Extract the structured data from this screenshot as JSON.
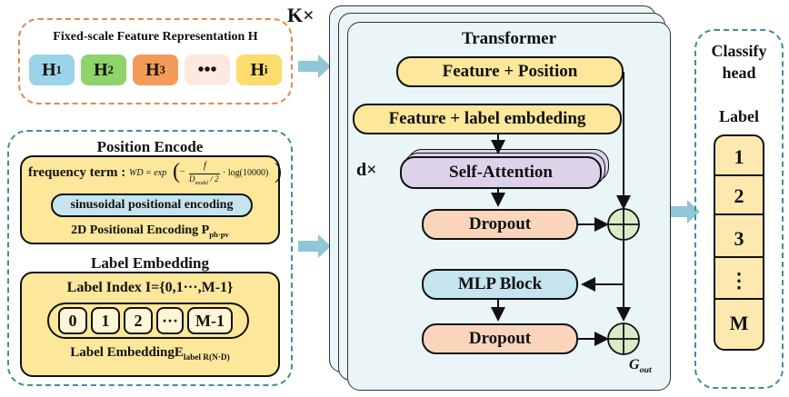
{
  "feature_rep": {
    "title": "Fixed-scale Feature Representation H",
    "tokens": [
      {
        "label": "H",
        "sub": "1",
        "color": "#9bd4e8"
      },
      {
        "label": "H",
        "sub": "2",
        "color": "#8ed36b"
      },
      {
        "label": "H",
        "sub": "3",
        "color": "#f39a5a"
      },
      {
        "label": "•••",
        "sub": "",
        "color": "#fde9de"
      },
      {
        "label": "H",
        "sub": "i",
        "color": "#fbdc6d"
      }
    ]
  },
  "position_encode": {
    "title": "Position Encode",
    "freq_label": "frequency term :",
    "formula": {
      "lhs": "WD = exp",
      "minus": "−",
      "f": "f",
      "d_model": "D",
      "d_model_sub": "model",
      "over2": "/ 2",
      "tail": "· log(10000)"
    },
    "sinusoidal": "sinusoidal positional encoding",
    "pos2d": "2D Positional Encoding P",
    "pos2d_sub": "ph·pv"
  },
  "label_embedding": {
    "title": "Label Embedding",
    "index": "Label Index I={0,1···,M-1}",
    "cells": [
      "0",
      "1",
      "2",
      "···",
      "M-1"
    ],
    "embed": "Label EmbeddingE",
    "embed_sub": "label R(N·D)"
  },
  "transformer": {
    "repeat": "K×",
    "title": "Transformer",
    "feature_position": "Feature + Position",
    "feature_label": "Feature + label embdeding",
    "d_repeat": "d×",
    "self_attention": "Self-Attention",
    "dropout1": "Dropout",
    "mlp": "MLP Block",
    "dropout2": "Dropout",
    "gout": "G",
    "gout_sub": "out"
  },
  "classify": {
    "title_1": "Classify",
    "title_2": "head",
    "label": "Label",
    "cells": [
      "1",
      "2",
      "3",
      "⋮",
      "M"
    ]
  },
  "colors": {
    "orange_border": "#e8884a",
    "teal_border": "#3f8f9c",
    "arrow_teal": "#8fc7d6",
    "transformer_bg": "#eaf5f8",
    "yellow_fill": "#fde79a",
    "peach_fill": "#fad5bc",
    "blue_fill": "#c6e4ee",
    "purple_fill": "#dcd3ea",
    "adder_fill": "#d9ebc8"
  }
}
